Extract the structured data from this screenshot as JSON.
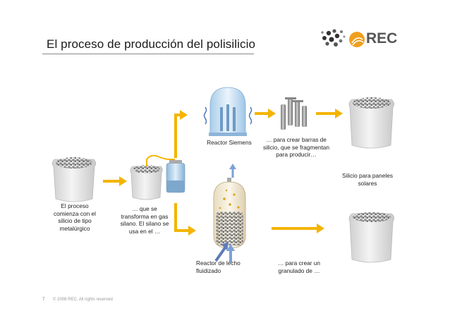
{
  "slide": {
    "title": "El proceso de producción del polisilicio",
    "logo_text": "REC",
    "page_number": "7",
    "copyright": "© 2008 REC. All rights reserved"
  },
  "labels": {
    "start": "El proceso comienza con el silicio de tipo metalúrgico",
    "silane": "… que se transforma en gas silano. El silano se usa en el …",
    "siemens": "Reactor Siemens",
    "rods": "… para crear barras de silicio, que se fragmentan para producir…",
    "fbr": "Reactor de lecho fluidizado",
    "granules": "… para crear un granulado de …",
    "solar": "Silicio para paneles solares"
  },
  "colors": {
    "arrow_yellow": "#f4b400",
    "sack": "#e6e6e6",
    "reactor_blue": "#9ec8ec",
    "logo_orange": "#f0a020"
  }
}
